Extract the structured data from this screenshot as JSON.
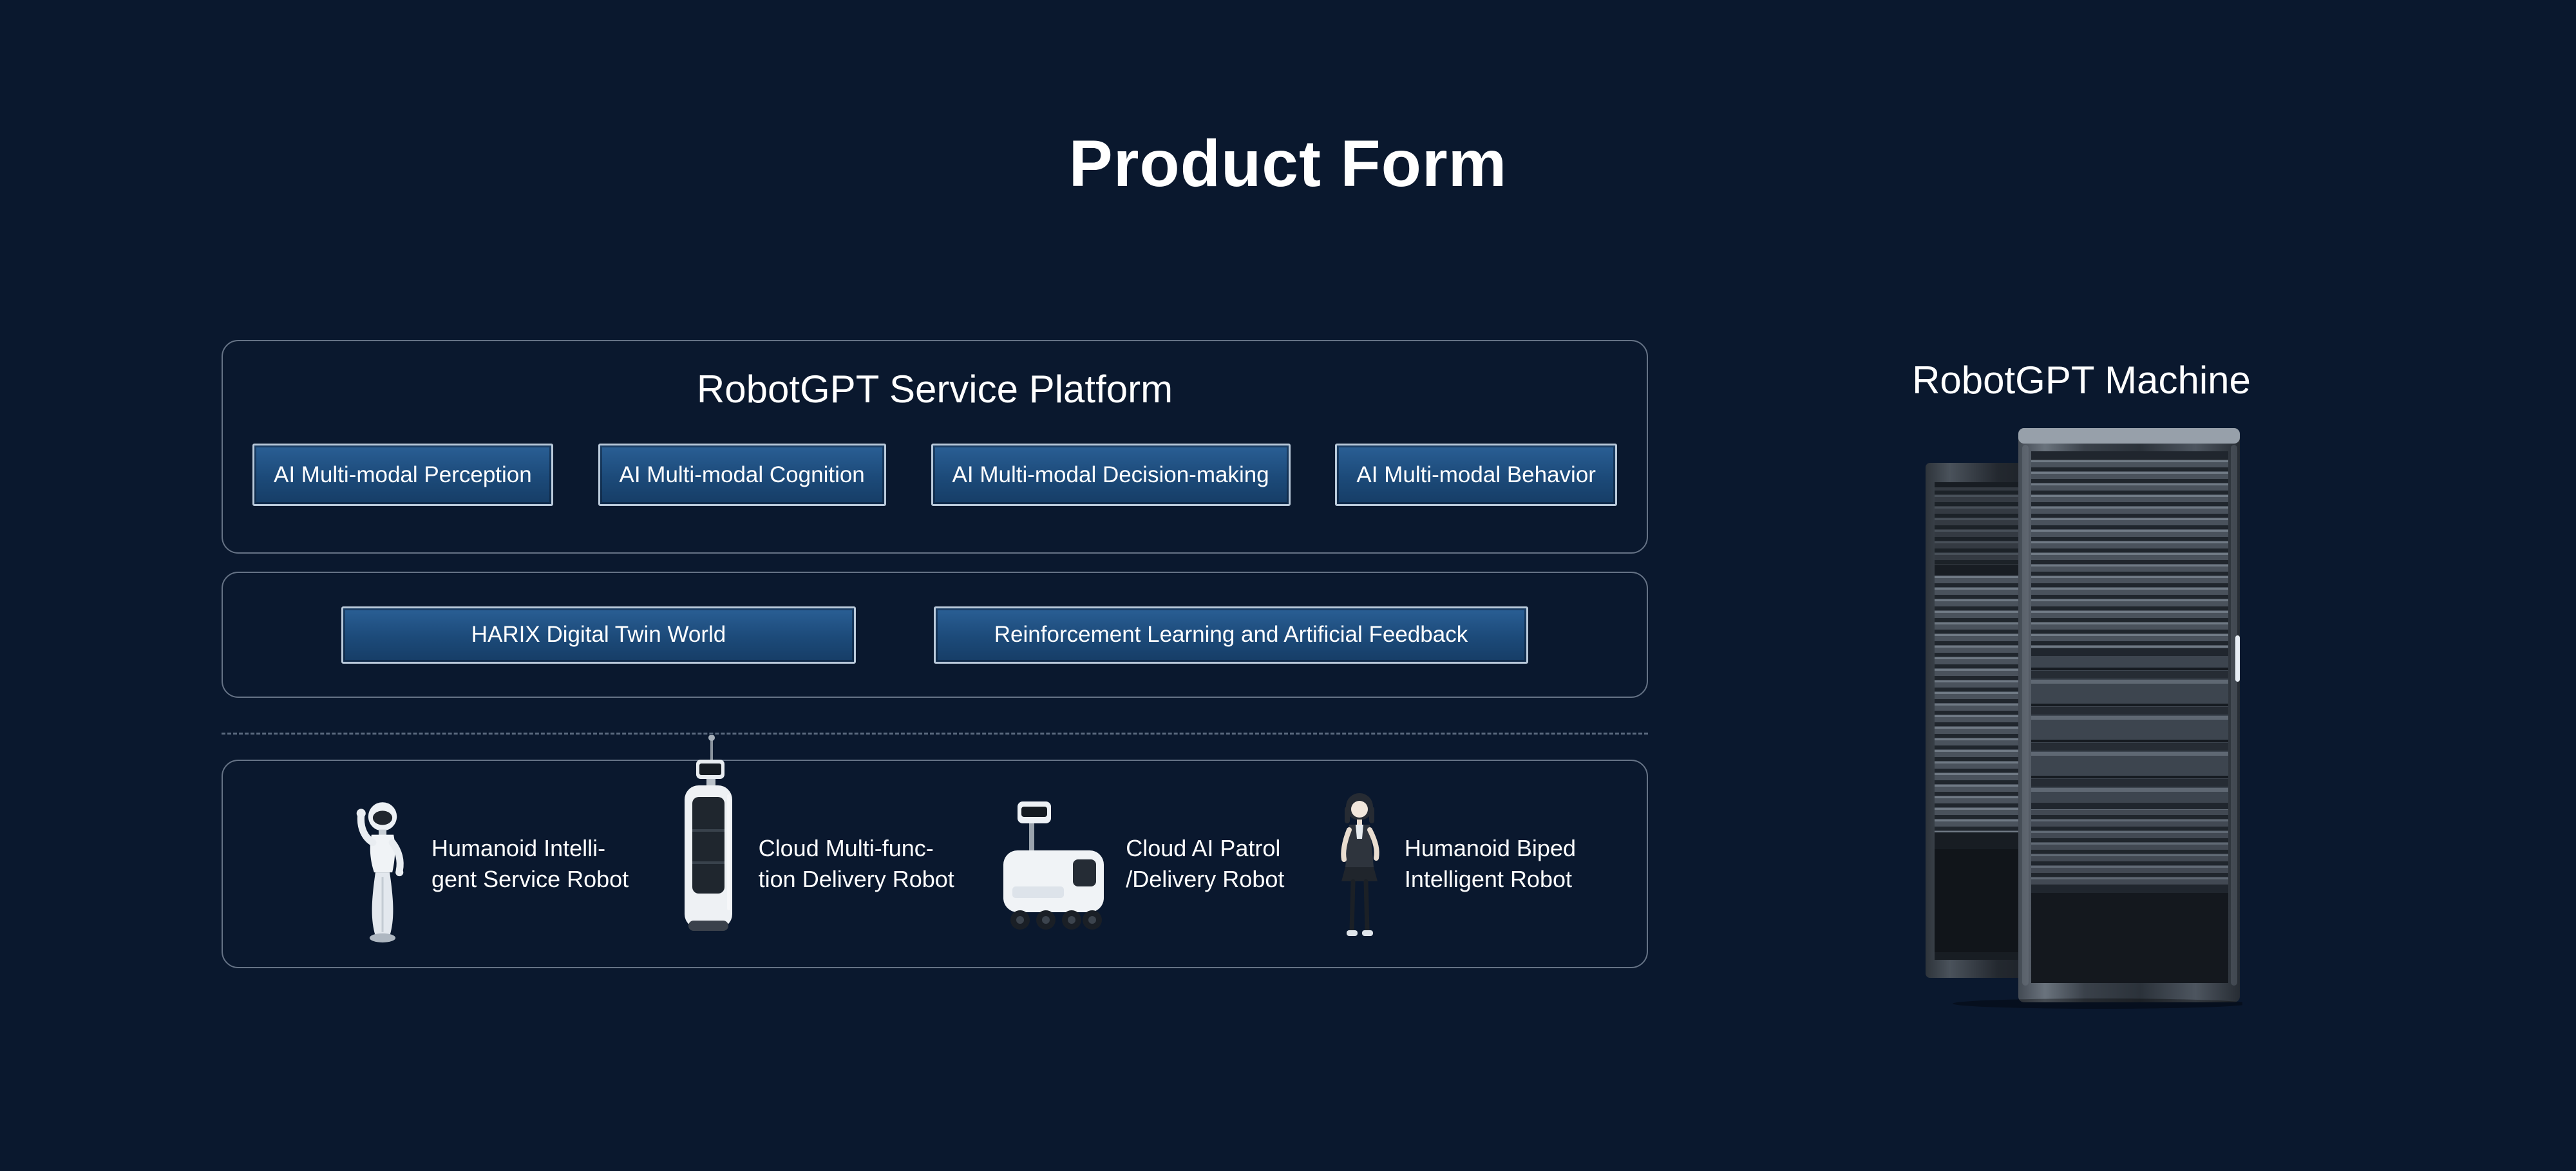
{
  "page": {
    "title": "Product Form"
  },
  "platform": {
    "title": "RobotGPT Service Platform",
    "modules": [
      {
        "label": "AI Multi-modal Perception"
      },
      {
        "label": "AI Multi-modal Cognition"
      },
      {
        "label": "AI Multi-modal Decision-making"
      },
      {
        "label": "AI Multi-modal Behavior"
      }
    ]
  },
  "capabilities": {
    "items": [
      {
        "label": "HARIX Digital Twin World"
      },
      {
        "label": "Reinforcement Learning and Artificial Feedback"
      }
    ]
  },
  "robots": {
    "items": [
      {
        "line1": "Humanoid Intelli-",
        "line2": "gent Service Robot",
        "icon": "humanoid-service-robot-icon"
      },
      {
        "line1": "Cloud Multi-func-",
        "line2": "tion Delivery Robot",
        "icon": "delivery-robot-icon"
      },
      {
        "line1": "Cloud AI Patrol",
        "line2": "/Delivery Robot",
        "icon": "patrol-robot-icon"
      },
      {
        "line1": "Humanoid Biped",
        "line2": "Intelligent Robot",
        "icon": "biped-robot-icon"
      }
    ]
  },
  "machine": {
    "title": "RobotGPT Machine"
  },
  "colors": {
    "background": "#0a182e",
    "chip_fill": "#1c4a79",
    "chip_border": "#b9c9da",
    "panel_border": "#8fa2b8",
    "text": "#ffffff"
  }
}
